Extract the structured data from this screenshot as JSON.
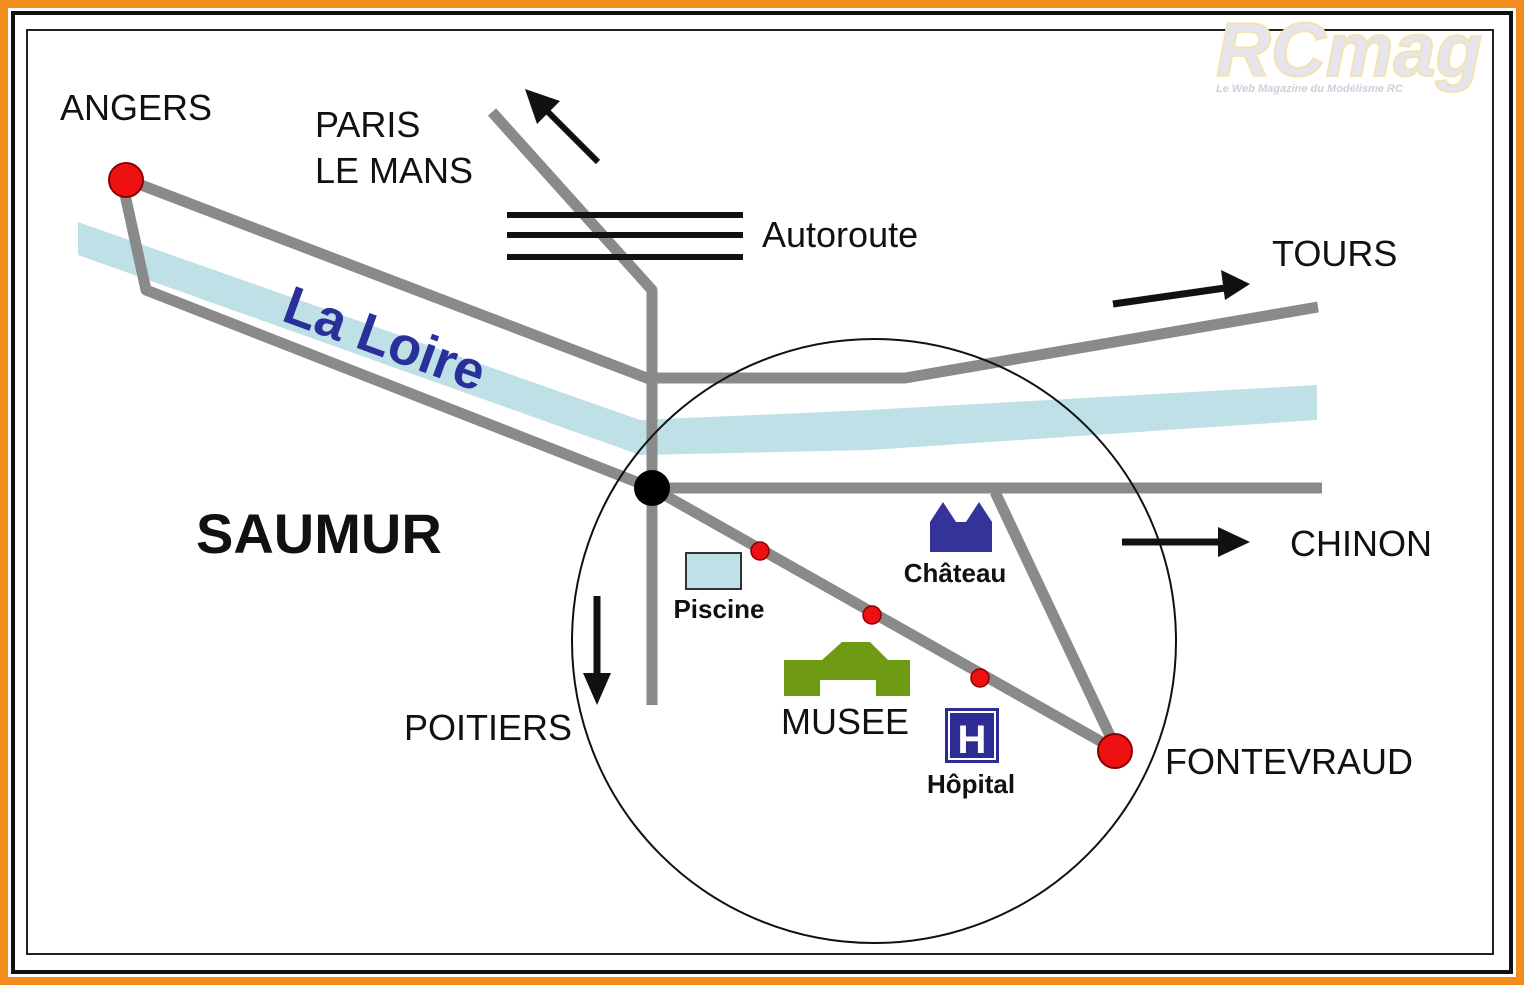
{
  "brand": {
    "logo_text": "RCmag",
    "tagline": "Le Web Magazine du Modélisme RC"
  },
  "map": {
    "center_city": "SAUMUR",
    "river": "La Loire",
    "motorway_label": "Autoroute",
    "destinations": {
      "angers": "ANGERS",
      "paris_line1": "PARIS",
      "paris_line2": "LE MANS",
      "tours": "TOURS",
      "chinon": "CHINON",
      "poitiers": "POITIERS",
      "fontevraud": "FONTEVRAUD"
    },
    "landmarks": {
      "chateau": "Château",
      "piscine": "Piscine",
      "musee": "MUSEE",
      "hopital": "Hôpital",
      "hopital_symbol": "H"
    }
  },
  "colors": {
    "frame_orange": "#f28c1c",
    "road_gray": "#8a8a8a",
    "river_blue": "#bfe0e6",
    "marker_red": "#ee1111",
    "chateau_blue": "#33339a",
    "museum_green": "#6f9a14",
    "hospital_blue": "#2c2c94",
    "pool_fill": "#bfe0e6"
  }
}
